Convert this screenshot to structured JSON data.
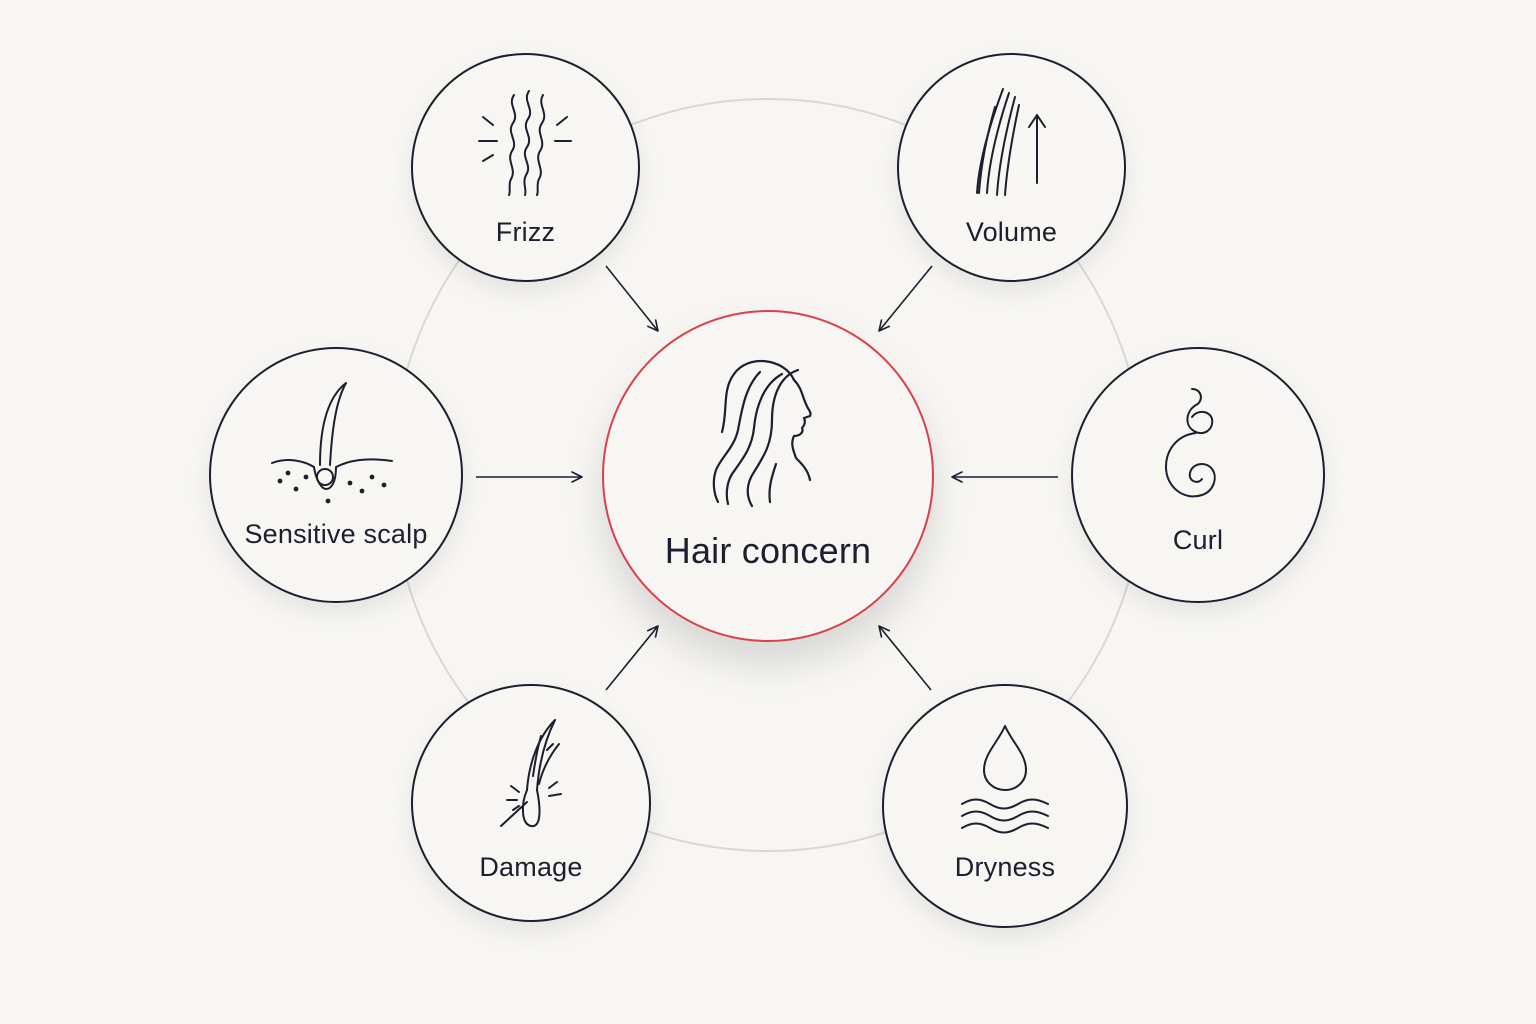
{
  "center": {
    "label": "Hair concern",
    "icon": "woman-profile-icon",
    "border_color": "#d9414c"
  },
  "concerns": [
    {
      "key": "frizz",
      "label": "Frizz",
      "icon": "frizz-icon"
    },
    {
      "key": "volume",
      "label": "Volume",
      "icon": "volume-icon"
    },
    {
      "key": "sensitive_scalp",
      "label": "Sensitive scalp",
      "icon": "hair-follicle-icon"
    },
    {
      "key": "curl",
      "label": "Curl",
      "icon": "curl-icon"
    },
    {
      "key": "damage",
      "label": "Damage",
      "icon": "damaged-strand-icon"
    },
    {
      "key": "dryness",
      "label": "Dryness",
      "icon": "water-drop-icon"
    }
  ],
  "colors": {
    "stroke": "#1b1f2e",
    "accent": "#d9414c",
    "ring": "#dad8d3",
    "background": "#f7f6f3"
  }
}
